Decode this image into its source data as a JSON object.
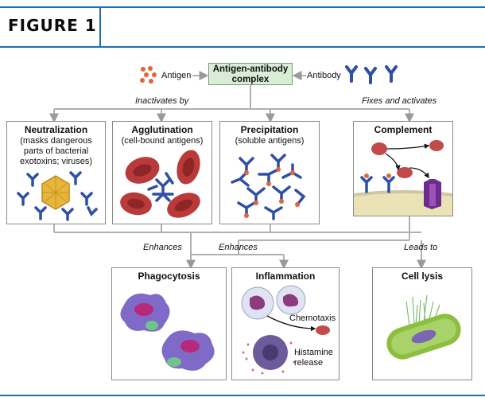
{
  "figure": {
    "title": "FIGURE 1"
  },
  "center": {
    "line1": "Antigen-antibody",
    "line2": "complex"
  },
  "inputs": {
    "antigen": "Antigen",
    "antibody": "Antibody"
  },
  "edges": {
    "inactivates_by": "Inactivates by",
    "fixes_and_activates": "Fixes and activates",
    "enhances_left": "Enhances",
    "enhances_right": "Enhances",
    "leads_to": "Leads to"
  },
  "boxes": {
    "neutralization": {
      "title": "Neutralization",
      "sub1": "(masks dangerous",
      "sub2": "parts of bacterial",
      "sub3": "exotoxins; viruses)"
    },
    "agglutination": {
      "title": "Agglutination",
      "sub1": "(cell-bound antigens)"
    },
    "precipitation": {
      "title": "Precipitation",
      "sub1": "(soluble antigens)"
    },
    "complement": {
      "title": "Complement"
    },
    "phagocytosis": {
      "title": "Phagocytosis"
    },
    "inflammation": {
      "title": "Inflammation",
      "chemotaxis": "Chemotaxis",
      "histamine1": "Histamine",
      "histamine2": "release"
    },
    "cell_lysis": {
      "title": "Cell lysis"
    }
  },
  "colors": {
    "frame": "#1f6fb2",
    "center_fill": "#d8ecd6",
    "antibody": "#2f4fa5",
    "antigen": "#e0653a",
    "rbc": "#b93a3a",
    "phagocyte": "#7f6bc7",
    "bacterium": "#8cbf3f"
  }
}
